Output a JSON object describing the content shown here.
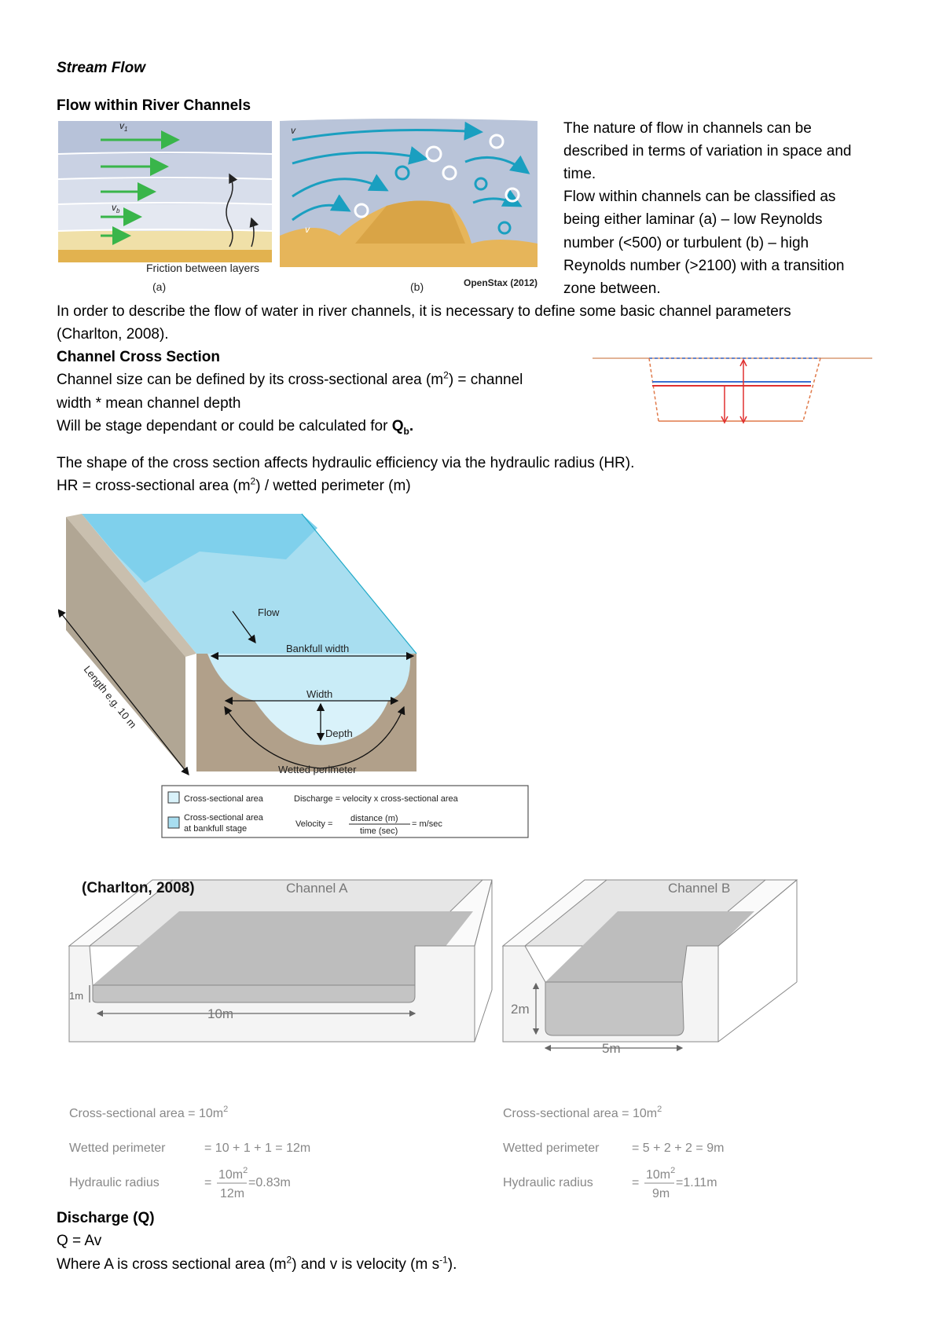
{
  "doc": {
    "title": "Stream Flow",
    "heading_flow": "Flow within River Channels",
    "side_para": [
      "The nature of flow in channels can be",
      "described in terms of variation in space and",
      "time.",
      "Flow within channels can be classified as",
      "being either laminar (a) – low Reynolds",
      "number (<500) or turbulent (b) – high",
      "Reynolds number (>2100) with a transition",
      "zone between."
    ],
    "para_describe_1": "In order to describe the flow of water in river channels, it is necessary to define some basic channel parameters",
    "para_describe_2": "(Charlton, 2008).",
    "heading_cross": "Channel Cross Section",
    "cross_line1_a": "Channel size can be defined by its cross-sectional area (m",
    "cross_line1_sup": "2",
    "cross_line1_b": ") = channel",
    "cross_line2": "width * mean channel depth",
    "cross_line3_a": "Will be stage dependant or could be calculated for ",
    "cross_line3_q": "Q",
    "cross_line3_sub": "b",
    "cross_line3_end": ".",
    "hr_line1": "The shape of the cross section affects hydraulic efficiency via the hydraulic radius (HR).",
    "hr_line2_a": "HR = cross-sectional area (m",
    "hr_line2_sup": "2",
    "hr_line2_b": ") / wetted perimeter (m)",
    "heading_discharge": "Discharge (Q)",
    "q_formula": "Q = Av",
    "q_where_a": "Where A is cross sectional area (m",
    "q_where_sup": "2",
    "q_where_b": ") and v is velocity (m s",
    "q_where_sup2": "-1",
    "q_where_c": ")."
  },
  "fig_flow": {
    "v1": "v",
    "v1_sub": "1",
    "vb": "v",
    "vb_sub": "b",
    "v_top": "v",
    "v_bottom": "v",
    "friction": "Friction between layers",
    "label_a": "(a)",
    "label_b": "(b)",
    "credit": "OpenStax (2012)"
  },
  "fig_channel": {
    "flow": "Flow",
    "bankfull": "Bankfull width",
    "width": "Width",
    "depth": "Depth",
    "wetted": "Wetted perimeter",
    "length": "Length e.g. 10 m",
    "legend_1": "Cross-sectional area",
    "legend_2a": "Cross-sectional area",
    "legend_2b": "at bankfull stage",
    "discharge_eq": "Discharge = velocity x cross-sectional area",
    "velocity_lhs": "Velocity =",
    "velocity_num": "distance (m)",
    "velocity_den": "time (sec)",
    "velocity_rhs": "= m/sec"
  },
  "fig_ab": {
    "citation": "(Charlton, 2008)",
    "a_title": "Channel A",
    "b_title": "Channel B",
    "a_depth": "1m",
    "a_width": "10m",
    "b_depth": "2m",
    "b_width": "5m",
    "a_area": "Cross-sectional area = 10m",
    "a_wet_lbl": "Wetted perimeter",
    "a_wet_val": "= 10 + 1 + 1 = 12m",
    "a_hr_lbl": "Hydraulic radius",
    "a_hr_num": "10m",
    "a_hr_den": "12m",
    "a_hr_res": "=0.83m",
    "b_area": "Cross-sectional area = 10m",
    "b_wet_lbl": "Wetted perimeter",
    "b_wet_val": "= 5 + 2 + 2 = 9m",
    "b_hr_lbl": "Hydraulic radius",
    "b_hr_num": "10m",
    "b_hr_den": "9m",
    "b_hr_res": "=1.11m",
    "sup2": "2",
    "eq": "="
  }
}
